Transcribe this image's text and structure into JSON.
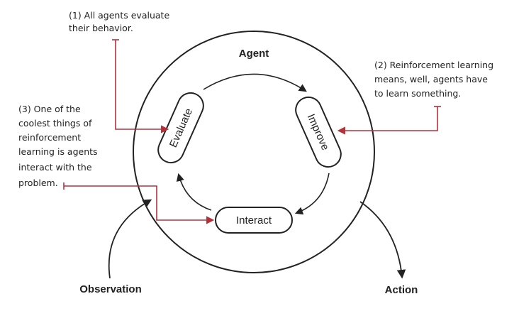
{
  "diagram": {
    "agent_label": "Agent",
    "observation_label": "Observation",
    "action_label": "Action",
    "nodes": {
      "evaluate": "Evaluate",
      "improve": "Improve",
      "interact": "Interact"
    },
    "annotations": {
      "note1": [
        "(1) All agents evaluate",
        "their behavior."
      ],
      "note2": [
        "(2) Reinforcement learning",
        "means, well, agents have",
        "to learn something."
      ],
      "note3": [
        "(3) One of the",
        "coolest things of",
        "reinforcement",
        "learning is agents",
        "interact with the",
        "problem."
      ]
    },
    "colors": {
      "callout": "#b5313a",
      "stroke": "#222222"
    }
  }
}
